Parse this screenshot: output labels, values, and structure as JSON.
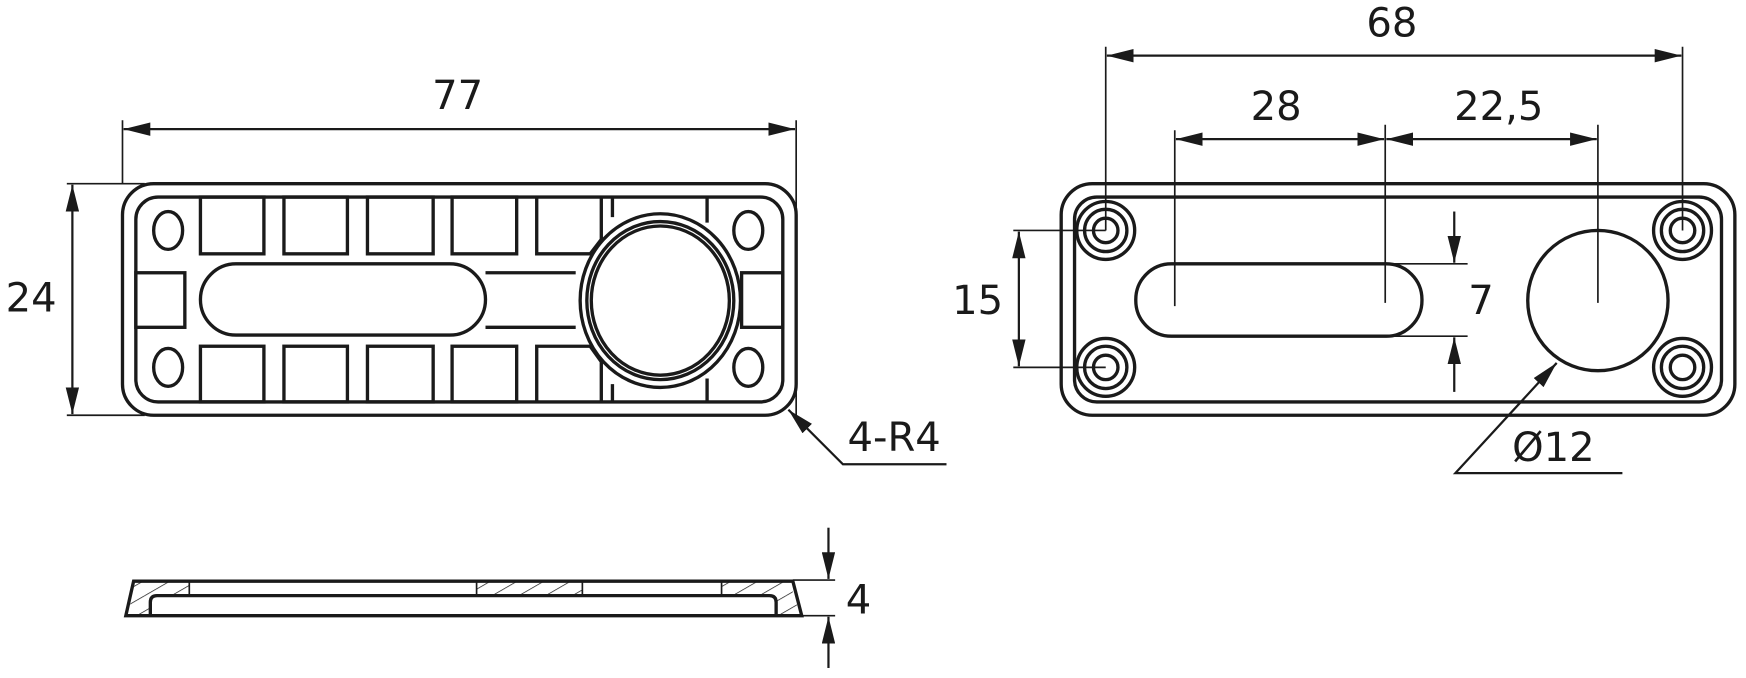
{
  "drawing": {
    "top_view_left": {
      "length_dim": "77",
      "width_dim": "24",
      "corner_radius_note": "4-R4"
    },
    "side_view": {
      "thickness_dim": "4"
    },
    "bottom_view_right": {
      "hole_spacing_dim": "68",
      "slot_length_dim": "28",
      "slot_to_hole_dim": "22,5",
      "hole_pitch_vertical_dim": "15",
      "slot_width_dim": "7",
      "hole_diameter_note": "Ø12"
    },
    "colors": {
      "line": "#1a1a1a",
      "background": "#ffffff"
    }
  }
}
